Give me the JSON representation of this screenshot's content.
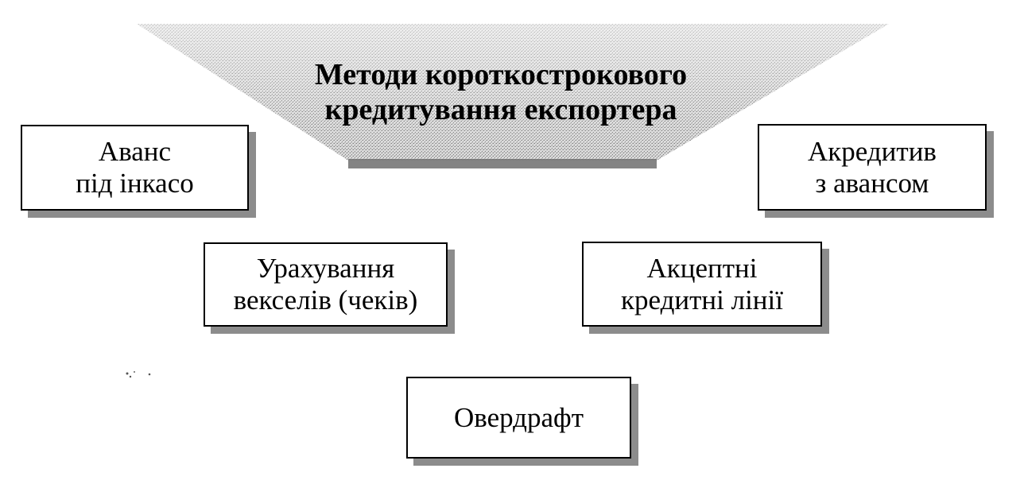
{
  "diagram": {
    "title": "Методи короткострокового\nкредитування експортера",
    "methods": [
      {
        "id": "avans",
        "label": "Аванс\nпід інкасо"
      },
      {
        "id": "akredytyv",
        "label": "Акредитив\nз авансом"
      },
      {
        "id": "urakhuvannia",
        "label": "Урахування\nвекселів (чеків)"
      },
      {
        "id": "aktseptni",
        "label": "Акцептні\nкредитні лінії"
      },
      {
        "id": "overdraft",
        "label": "Овердрафт"
      }
    ]
  },
  "colors": {
    "funnel_fill": "#c8c8c8",
    "funnel_bottom": "#6e6e6e",
    "box_border": "#000000",
    "box_shadow": "#8c8c8c"
  }
}
